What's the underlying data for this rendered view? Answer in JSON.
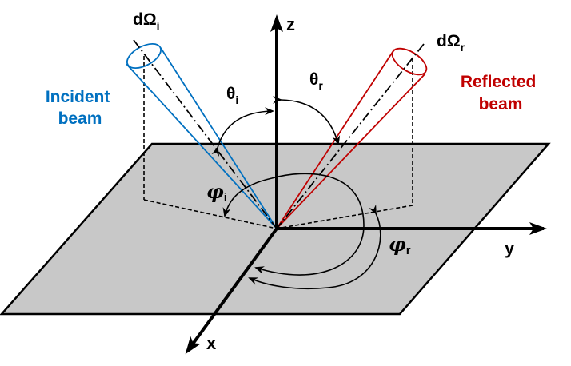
{
  "diagram": {
    "title": "Bidirectional reflectance geometry",
    "axes": {
      "z_label": "z",
      "y_label": "y",
      "x_label": "x"
    },
    "incident": {
      "label_line1": "Incident",
      "label_line2": "beam",
      "solid_angle_base": "dΩ",
      "solid_angle_sub": "i",
      "theta_base": "θ",
      "theta_sub": "i",
      "phi_base": "φ",
      "phi_sub": "i",
      "color": "#0070c0"
    },
    "reflected": {
      "label_line1": "Reflected",
      "label_line2": "beam",
      "solid_angle_base": "dΩ",
      "solid_angle_sub": "r",
      "theta_base": "θ",
      "theta_sub": "r",
      "phi_base": "φ",
      "phi_sub": "r",
      "color": "#c00000"
    },
    "surface_color": "#c8c8c8"
  }
}
